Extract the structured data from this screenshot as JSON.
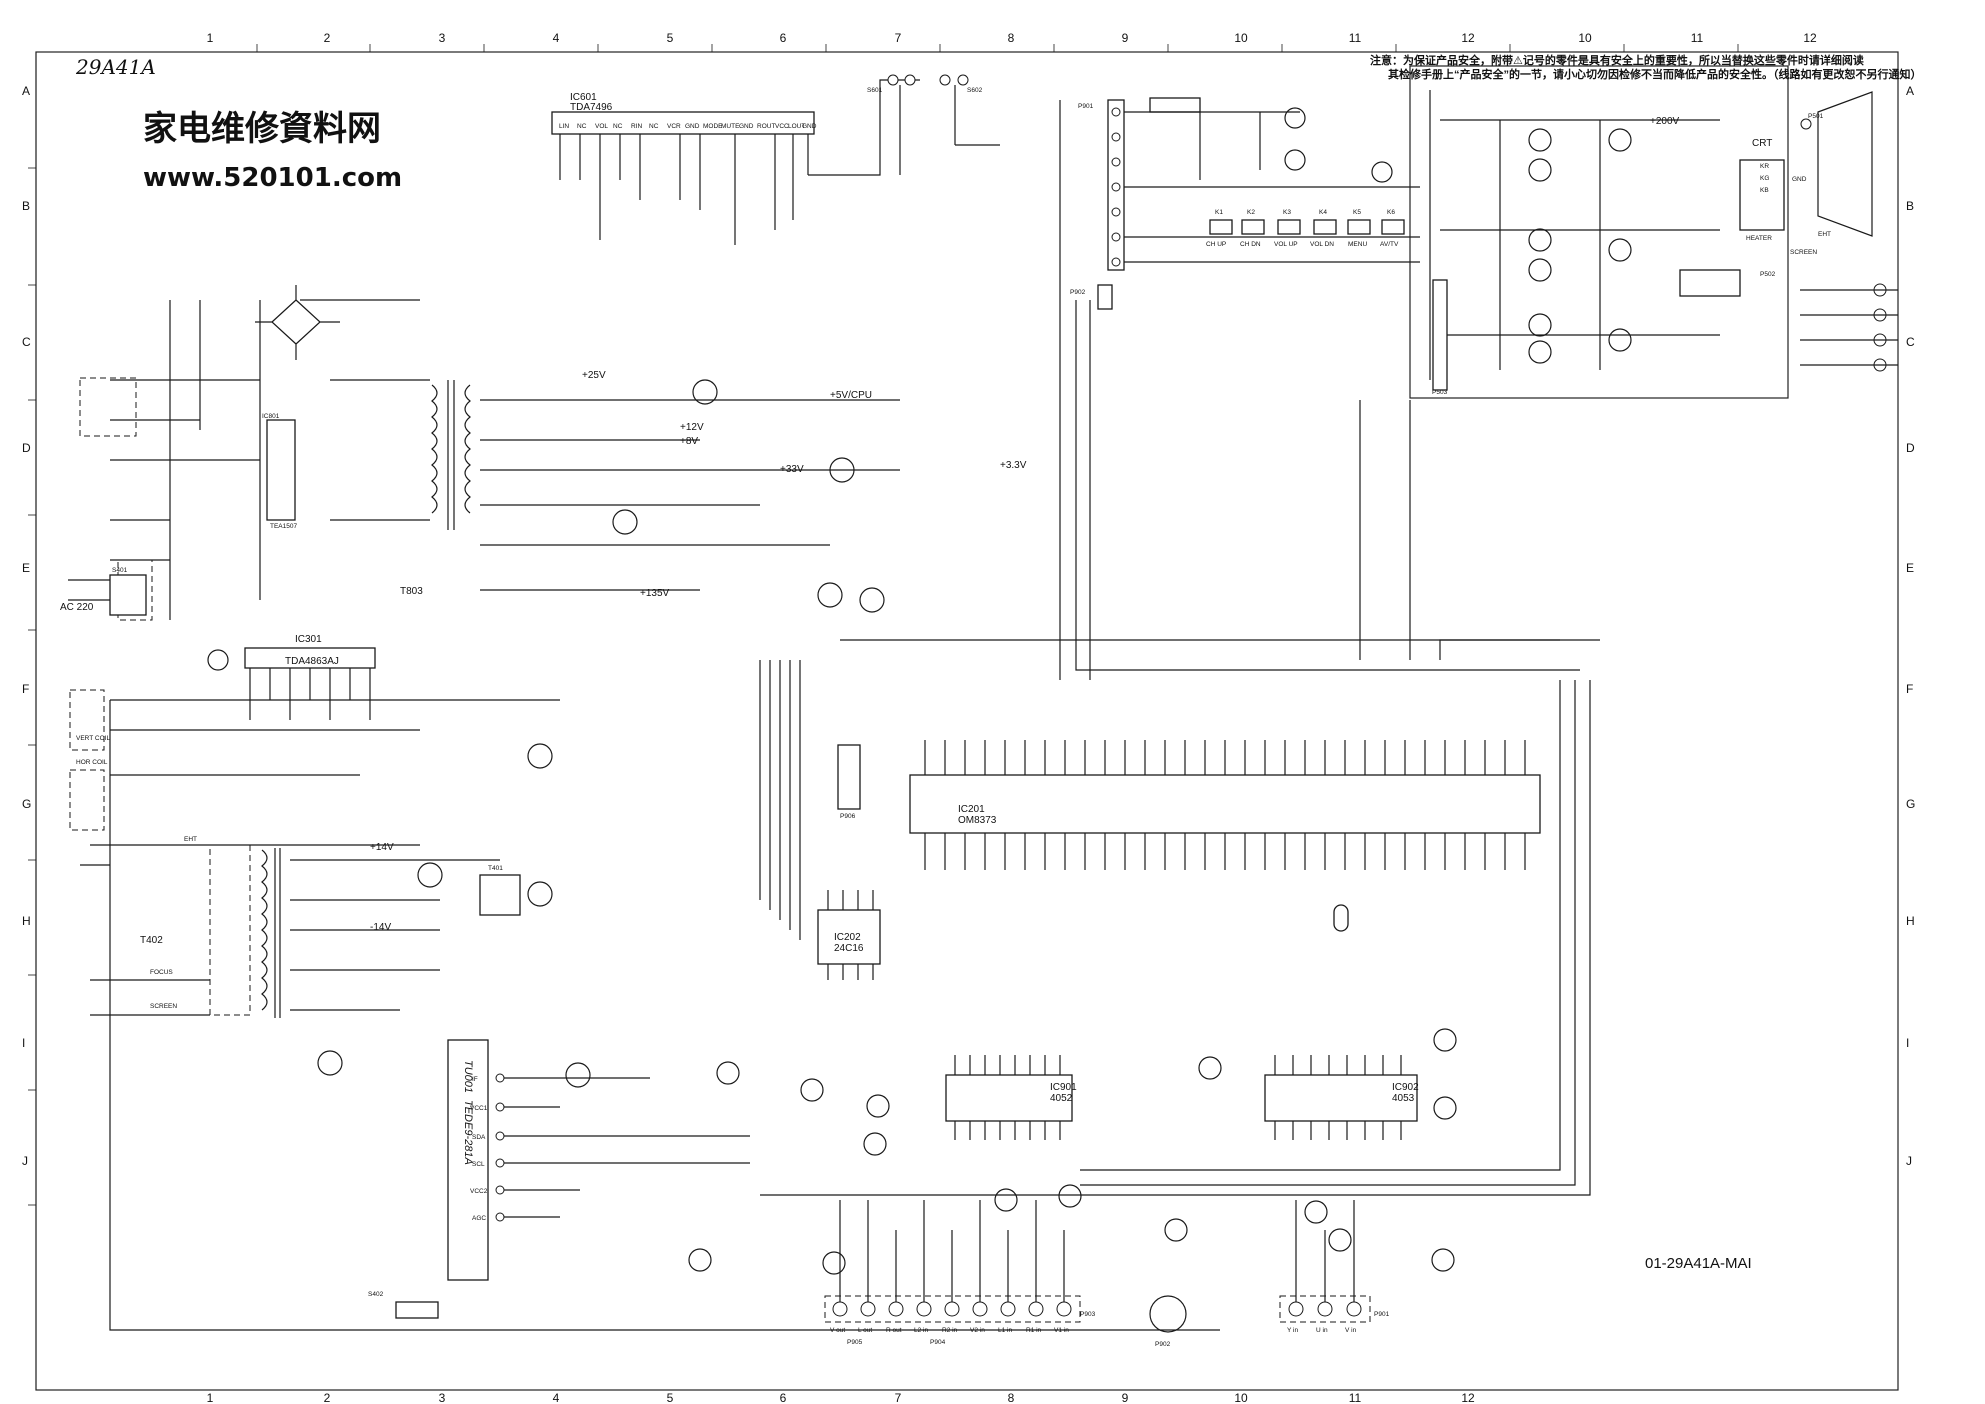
{
  "model": "29A41A",
  "watermark": {
    "line1": "家电维修資料网",
    "line2": "www.520101.com"
  },
  "notice": {
    "line1": "注意：为保证产品安全，附带⚠记号的零件是具有安全上的重要性，所以当替换这些零件时请详细阅读",
    "line2": "其检修手册上“产品安全”的一节，请小心切勿因检修不当而降低产品的安全性。（线路如有更改恕不另行通知）"
  },
  "grid": {
    "columns": [
      "1",
      "2",
      "3",
      "4",
      "5",
      "6",
      "7",
      "8",
      "9",
      "10",
      "11",
      "12",
      "10",
      "11",
      "12"
    ],
    "rows": [
      "A",
      "B",
      "C",
      "D",
      "E",
      "F",
      "G",
      "H",
      "I",
      "J"
    ]
  },
  "ics": {
    "ic601": {
      "ref": "IC601",
      "part": "TDA7496",
      "pins": [
        "LIN",
        "NC",
        "VOL",
        "NC",
        "RIN",
        "NC",
        "VCR",
        "GND",
        "MODE",
        "MUTE",
        "GND",
        "ROUT",
        "VCC",
        "LOUT",
        "GND"
      ]
    },
    "ic301": {
      "ref": "IC301",
      "part": "TDA4863AJ"
    },
    "ic201": {
      "ref": "IC201",
      "part": "OM8373"
    },
    "ic202": {
      "ref": "IC202",
      "part": "24C16"
    },
    "ic901": {
      "ref": "IC901",
      "part": "4052"
    },
    "ic902": {
      "ref": "IC902",
      "part": "4053"
    },
    "ic801": {
      "ref": "IC801",
      "part": "TEA1507"
    },
    "tuner": {
      "ref": "TU001",
      "part": "TEDE9-281A",
      "pins": [
        "IF",
        "VCC1",
        "SDA",
        "SCL",
        "VCC2",
        "AGC"
      ]
    }
  },
  "transformers": {
    "t803": "T803",
    "t402": "T402",
    "t401": "T401"
  },
  "power": {
    "ac_input": "AC 220",
    "rail_cpu": "+5V/CPU",
    "rail_33v": "+3.3V",
    "rail_plus33": "+33V",
    "rail_8v": "+8V",
    "rail_12v": "+12V",
    "rail_135v": "+135V",
    "rail_200v": "+200V",
    "rail_14v": "+14V",
    "rail_minus14v": "-14V",
    "rail_25v": "+25V"
  },
  "crt": {
    "label": "CRT",
    "ground": "GND",
    "eht": "EHT",
    "heater": "HEATER",
    "focus": "FOCUS",
    "screen": "SCREEN",
    "kr": "KR",
    "kg": "KG",
    "kb": "KB"
  },
  "keys": [
    {
      "ref": "K1",
      "label": "CH UP"
    },
    {
      "ref": "K2",
      "label": "CH DN"
    },
    {
      "ref": "K3",
      "label": "VOL UP"
    },
    {
      "ref": "K4",
      "label": "VOL DN"
    },
    {
      "ref": "K5",
      "label": "MENU"
    },
    {
      "ref": "K6",
      "label": "AV/TV"
    }
  ],
  "connectors": {
    "p901": "P901",
    "p902": "P902",
    "p903": "P903",
    "p904": "P904",
    "p905": "P905",
    "p906": "P906",
    "s401": "S401",
    "s402": "S402",
    "p501": "P501",
    "p502": "P502",
    "p503": "P503",
    "rca_labels": [
      "V out",
      "L out",
      "R out",
      "L2 in",
      "R2 in",
      "V2 in",
      "L1 in",
      "R1 in",
      "V1 in"
    ],
    "yuv_labels": [
      "Y in",
      "U in",
      "V in"
    ],
    "speakers": [
      "S601",
      "S602"
    ]
  },
  "coils": {
    "hor": "HOR COIL",
    "vert": "VERT COIL"
  },
  "doc_number": "01-29A41A-MAI"
}
